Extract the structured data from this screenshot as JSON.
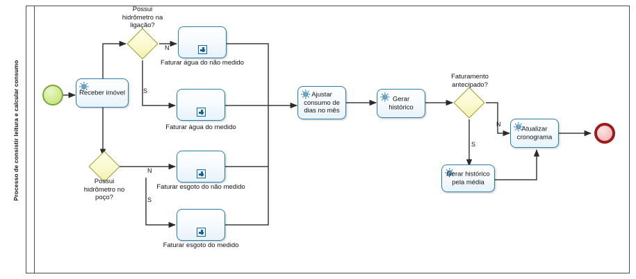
{
  "diagram": {
    "type": "bpmn-process",
    "lane": {
      "title": "Processo de consistir leitura e calcular consumo"
    },
    "events": [
      {
        "id": "start",
        "kind": "start-event",
        "label": ""
      },
      {
        "id": "end",
        "kind": "end-event",
        "label": ""
      }
    ],
    "gateways": [
      {
        "id": "gw-hidrometro-ligacao",
        "label": "Possui\nhidrômetro na\nligação?",
        "line1": "Possui",
        "line2": "hidrômetro na",
        "line3": "ligação?"
      },
      {
        "id": "gw-hidrometro-poco",
        "label": "Possui\nhidrômetro no\npoço?",
        "line1": "Possui",
        "line2": "hidrômetro no",
        "line3": "poço?"
      },
      {
        "id": "gw-faturamento-antecipado",
        "label": "Faturamento\nantecipado?",
        "line1": "Faturamento",
        "line2": "antecipado?"
      }
    ],
    "tasks": [
      {
        "id": "receber-imovel",
        "label": "Receber imóvel",
        "marker": "service-gear"
      },
      {
        "id": "faturar-agua-nao-medido",
        "label": "Faturar água do não medido",
        "marker": "collapsed-subprocess"
      },
      {
        "id": "faturar-agua-medido",
        "label": "Faturar água do medido",
        "marker": "collapsed-subprocess"
      },
      {
        "id": "faturar-esgoto-nao-medido",
        "label": "Faturar esgoto do não medido",
        "marker": "collapsed-subprocess"
      },
      {
        "id": "faturar-esgoto-medido",
        "label": "Faturar esgoto do medido",
        "marker": "collapsed-subprocess"
      },
      {
        "id": "ajustar-consumo",
        "label": "Ajustar\nconsumo de\ndias no mês",
        "line1": "Ajustar",
        "line2": "consumo de",
        "line3": "dias no mês",
        "marker": "service-gear"
      },
      {
        "id": "gerar-historico",
        "label": "Gerar\nhistórico",
        "line1": "Gerar",
        "line2": "histórico",
        "marker": "service-gear"
      },
      {
        "id": "gerar-historico-media",
        "label": "Gerar histórico\npela média",
        "line1": "Gerar histórico",
        "line2": "pela média",
        "marker": "service-gear"
      },
      {
        "id": "atualizar-cronograma",
        "label": "Atualizar\ncronograma",
        "line1": "Atualizar",
        "line2": "cronograma",
        "marker": "service-gear"
      }
    ],
    "flow_labels": {
      "lig_n": "N",
      "lig_s": "S",
      "poco_n": "N",
      "poco_s": "S",
      "ant_n": "N",
      "ant_s": "S"
    },
    "colors": {
      "task_border": "#2a7cab",
      "gateway_fill": "#fbf9cf",
      "gateway_border": "#9a9a22",
      "start_border": "#7aa53a",
      "end_border": "#9e1b1b",
      "connector": "#3a3a3a",
      "frame": "#4a4a4a",
      "marker_blue": "#17639b"
    }
  }
}
